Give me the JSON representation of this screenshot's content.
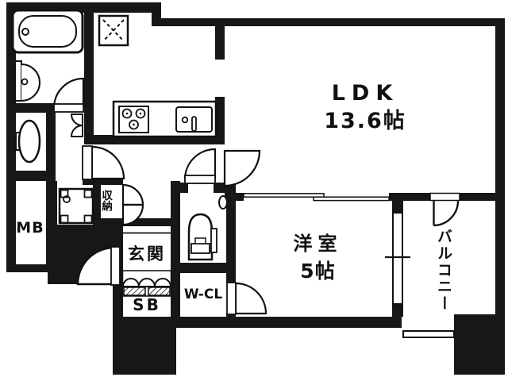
{
  "floorplan": {
    "rooms": {
      "ldk": {
        "label": "LDK",
        "size": "13.6帖"
      },
      "western_room": {
        "label": "洋室",
        "size": "5帖"
      },
      "balcony": {
        "label": "バルコニー"
      },
      "entrance": {
        "label": "玄関"
      },
      "shoe_box": {
        "label": "SB"
      },
      "walk_in_closet": {
        "label": "W-CL"
      },
      "meter_box": {
        "label": "MB"
      },
      "storage": {
        "label": "収納"
      }
    },
    "fixtures": [
      "bathtub",
      "washing-machine-pan",
      "washbasin",
      "vanity-sink",
      "water-heater",
      "gas-stove",
      "kitchen-sink",
      "toilet",
      "shoe-cabinet",
      "sliding-door",
      "sliding-window",
      "balcony-railing",
      "hinged-doors"
    ],
    "colors": {
      "wall": "#171717",
      "background": "#ffffff",
      "line": "#111111",
      "fixture_fill": "#ffffff"
    }
  }
}
